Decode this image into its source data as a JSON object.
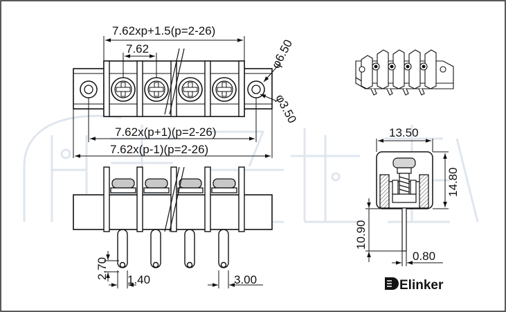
{
  "top_view": {
    "overall_length": "7.62xp+1.5(p=2-26)",
    "pitch": "7.62",
    "hole_outer": "φ6.50",
    "hole_inner": "φ3.50",
    "length_plus": "7.62x(p+1)(p=2-26)",
    "length_minus": "7.62x(p-1)(p=2-26)"
  },
  "front_view": {
    "pin_height": "2.70",
    "pin_width": "1.40",
    "pin_spacing": "3.00"
  },
  "side_view": {
    "width": "13.50",
    "height": "14.80",
    "pin_length": "10.90",
    "pin_thickness": "0.80"
  },
  "brand": {
    "name": "Elinker",
    "watermark_color": "#dfe6ee"
  }
}
